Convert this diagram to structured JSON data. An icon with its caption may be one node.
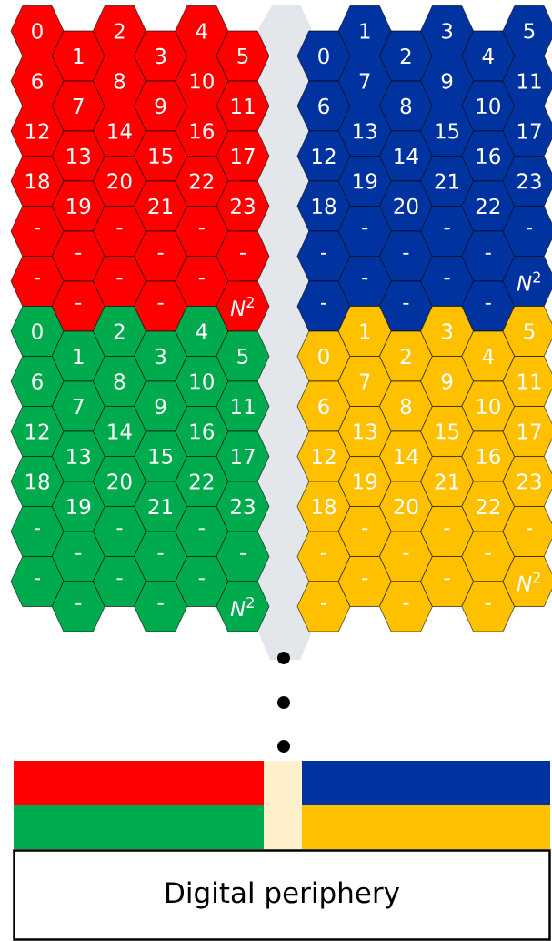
{
  "diagram": {
    "nodes": [
      {
        "text": [
          "0"
        ]
      },
      {
        "text": [
          "1"
        ]
      },
      {
        "text": [
          "2"
        ]
      },
      {
        "text": [
          "3"
        ]
      },
      {
        "text": [
          "4"
        ]
      },
      {
        "text": [
          "5"
        ]
      },
      {
        "text": [
          "6"
        ]
      },
      {
        "text": [
          "7"
        ]
      },
      {
        "text": [
          "8"
        ]
      },
      {
        "text": [
          "9"
        ]
      },
      {
        "text": [
          "10"
        ]
      },
      {
        "text": [
          "11"
        ]
      },
      {
        "text": [
          "12"
        ]
      },
      {
        "text": [
          "13"
        ]
      },
      {
        "text": [
          "14"
        ]
      },
      {
        "text": [
          "15"
        ]
      },
      {
        "text": [
          "16"
        ]
      },
      {
        "text": [
          "17"
        ]
      },
      {
        "text": [
          "18"
        ]
      },
      {
        "text": [
          "19"
        ]
      },
      {
        "text": [
          "20"
        ]
      },
      {
        "text": [
          "21"
        ]
      },
      {
        "text": [
          "22"
        ]
      },
      {
        "text": [
          "23"
        ]
      },
      {
        "text": [
          "-"
        ]
      },
      {
        "text": [
          "-"
        ]
      },
      {
        "text": [
          "-"
        ]
      },
      {
        "text": [
          "-"
        ]
      },
      {
        "text": [
          "-"
        ]
      },
      {
        "text": [
          "-"
        ]
      },
      {
        "text": [
          "-"
        ]
      },
      {
        "text": [
          "-"
        ]
      },
      {
        "text": [
          "-"
        ]
      },
      {
        "text": [
          "-"
        ]
      },
      {
        "text": [
          "-"
        ]
      },
      {
        "text": [
          "*N*$^{2}$"
        ]
      },
      {
        "text": [
          "0"
        ]
      },
      {
        "text": [
          "1"
        ]
      },
      {
        "text": [
          "2"
        ]
      },
      {
        "text": [
          "3"
        ]
      },
      {
        "text": [
          "4"
        ]
      },
      {
        "text": [
          "5"
        ]
      },
      {
        "text": [
          "6"
        ]
      },
      {
        "text": [
          "7"
        ]
      },
      {
        "text": [
          "8"
        ]
      },
      {
        "text": [
          "9"
        ]
      },
      {
        "text": [
          "10"
        ]
      },
      {
        "text": [
          "11"
        ]
      },
      {
        "text": [
          "12"
        ]
      },
      {
        "text": [
          "13"
        ]
      },
      {
        "text": [
          "14"
        ]
      },
      {
        "text": [
          "15"
        ]
      },
      {
        "text": [
          "16"
        ]
      },
      {
        "text": [
          "17"
        ]
      },
      {
        "text": [
          "18"
        ]
      },
      {
        "text": [
          "19"
        ]
      },
      {
        "text": [
          "20"
        ]
      },
      {
        "text": [
          "21"
        ]
      },
      {
        "text": [
          "22"
        ]
      },
      {
        "text": [
          "23"
        ]
      },
      {
        "text": [
          "-"
        ]
      },
      {
        "text": [
          "-"
        ]
      },
      {
        "text": [
          "-"
        ]
      },
      {
        "text": [
          "-"
        ]
      },
      {
        "text": [
          "-"
        ]
      },
      {
        "text": [
          "-"
        ]
      },
      {
        "text": [
          "-"
        ]
      },
      {
        "text": [
          "-"
        ]
      },
      {
        "text": [
          "-"
        ]
      },
      {
        "text": [
          "-"
        ]
      },
      {
        "text": [
          "-"
        ]
      },
      {
        "text": [
          "*N*$^{2}$"
        ]
      },
      {
        "text": [
          "0"
        ]
      },
      {
        "text": [
          "1"
        ]
      },
      {
        "text": [
          "2"
        ]
      },
      {
        "text": [
          "3"
        ]
      },
      {
        "text": [
          "4"
        ]
      },
      {
        "text": [
          "5"
        ]
      },
      {
        "text": [
          "6"
        ]
      },
      {
        "text": [
          "7"
        ]
      },
      {
        "text": [
          "8"
        ]
      },
      {
        "text": [
          "9"
        ]
      },
      {
        "text": [
          "10"
        ]
      },
      {
        "text": [
          "11"
        ]
      },
      {
        "text": [
          "12"
        ]
      },
      {
        "text": [
          "13"
        ]
      },
      {
        "text": [
          "14"
        ]
      },
      {
        "text": [
          "15"
        ]
      },
      {
        "text": [
          "16"
        ]
      },
      {
        "text": [
          "17"
        ]
      },
      {
        "text": [
          "18"
        ]
      },
      {
        "text": [
          "19"
        ]
      },
      {
        "text": [
          "20"
        ]
      },
      {
        "text": [
          "21"
        ]
      },
      {
        "text": [
          "22"
        ]
      },
      {
        "text": [
          "23"
        ]
      },
      {
        "text": [
          "-"
        ]
      },
      {
        "text": [
          "-"
        ]
      },
      {
        "text": [
          "-"
        ]
      },
      {
        "text": [
          "-"
        ]
      },
      {
        "text": [
          "-"
        ]
      },
      {
        "text": [
          "-"
        ]
      },
      {
        "text": [
          "-"
        ]
      },
      {
        "text": [
          "-"
        ]
      },
      {
        "text": [
          "-"
        ]
      },
      {
        "text": [
          "-"
        ]
      },
      {
        "text": [
          "-"
        ]
      },
      {
        "text": [
          "*N*$^{2}$"
        ]
      },
      {
        "text": [
          "0"
        ]
      },
      {
        "text": [
          "1"
        ]
      },
      {
        "text": [
          "2"
        ]
      },
      {
        "text": [
          "3"
        ]
      },
      {
        "text": [
          "4"
        ]
      },
      {
        "text": [
          "5"
        ]
      },
      {
        "text": [
          "6"
        ]
      },
      {
        "text": [
          "7"
        ]
      },
      {
        "text": [
          "8"
        ]
      },
      {
        "text": [
          "9"
        ]
      },
      {
        "text": [
          "10"
        ]
      },
      {
        "text": [
          "11"
        ]
      },
      {
        "text": [
          "12"
        ]
      },
      {
        "text": [
          "13"
        ]
      },
      {
        "text": [
          "14"
        ]
      },
      {
        "text": [
          "15"
        ]
      },
      {
        "text": [
          "16"
        ]
      },
      {
        "text": [
          "17"
        ]
      },
      {
        "text": [
          "18"
        ]
      },
      {
        "text": [
          "19"
        ]
      },
      {
        "text": [
          "20"
        ]
      },
      {
        "text": [
          "21"
        ]
      },
      {
        "text": [
          "22"
        ]
      },
      {
        "text": [
          "23"
        ]
      },
      {
        "text": [
          "-"
        ]
      },
      {
        "text": [
          "-"
        ]
      },
      {
        "text": [
          "-"
        ]
      },
      {
        "text": [
          "-"
        ]
      },
      {
        "text": [
          "-"
        ]
      },
      {
        "text": [
          "-"
        ]
      },
      {
        "text": [
          "-"
        ]
      },
      {
        "text": [
          "-"
        ]
      },
      {
        "text": [
          "-"
        ]
      },
      {
        "text": [
          "-"
        ]
      },
      {
        "text": [
          "-"
        ]
      },
      {
        "text": [
          "*N*$^{2}$"
        ]
      },
      {
        "text": [],
        "shape": "bar"
      },
      {
        "text": [],
        "shape": "bar"
      },
      {
        "text": [],
        "shape": "bar"
      },
      {
        "text": [],
        "shape": "bar"
      },
      {
        "text": [],
        "shape": "bar"
      },
      {
        "text": [],
        "shape": "bar"
      },
      {
        "text": [
          "Digital periphery"
        ]
      }
    ]
  }
}
